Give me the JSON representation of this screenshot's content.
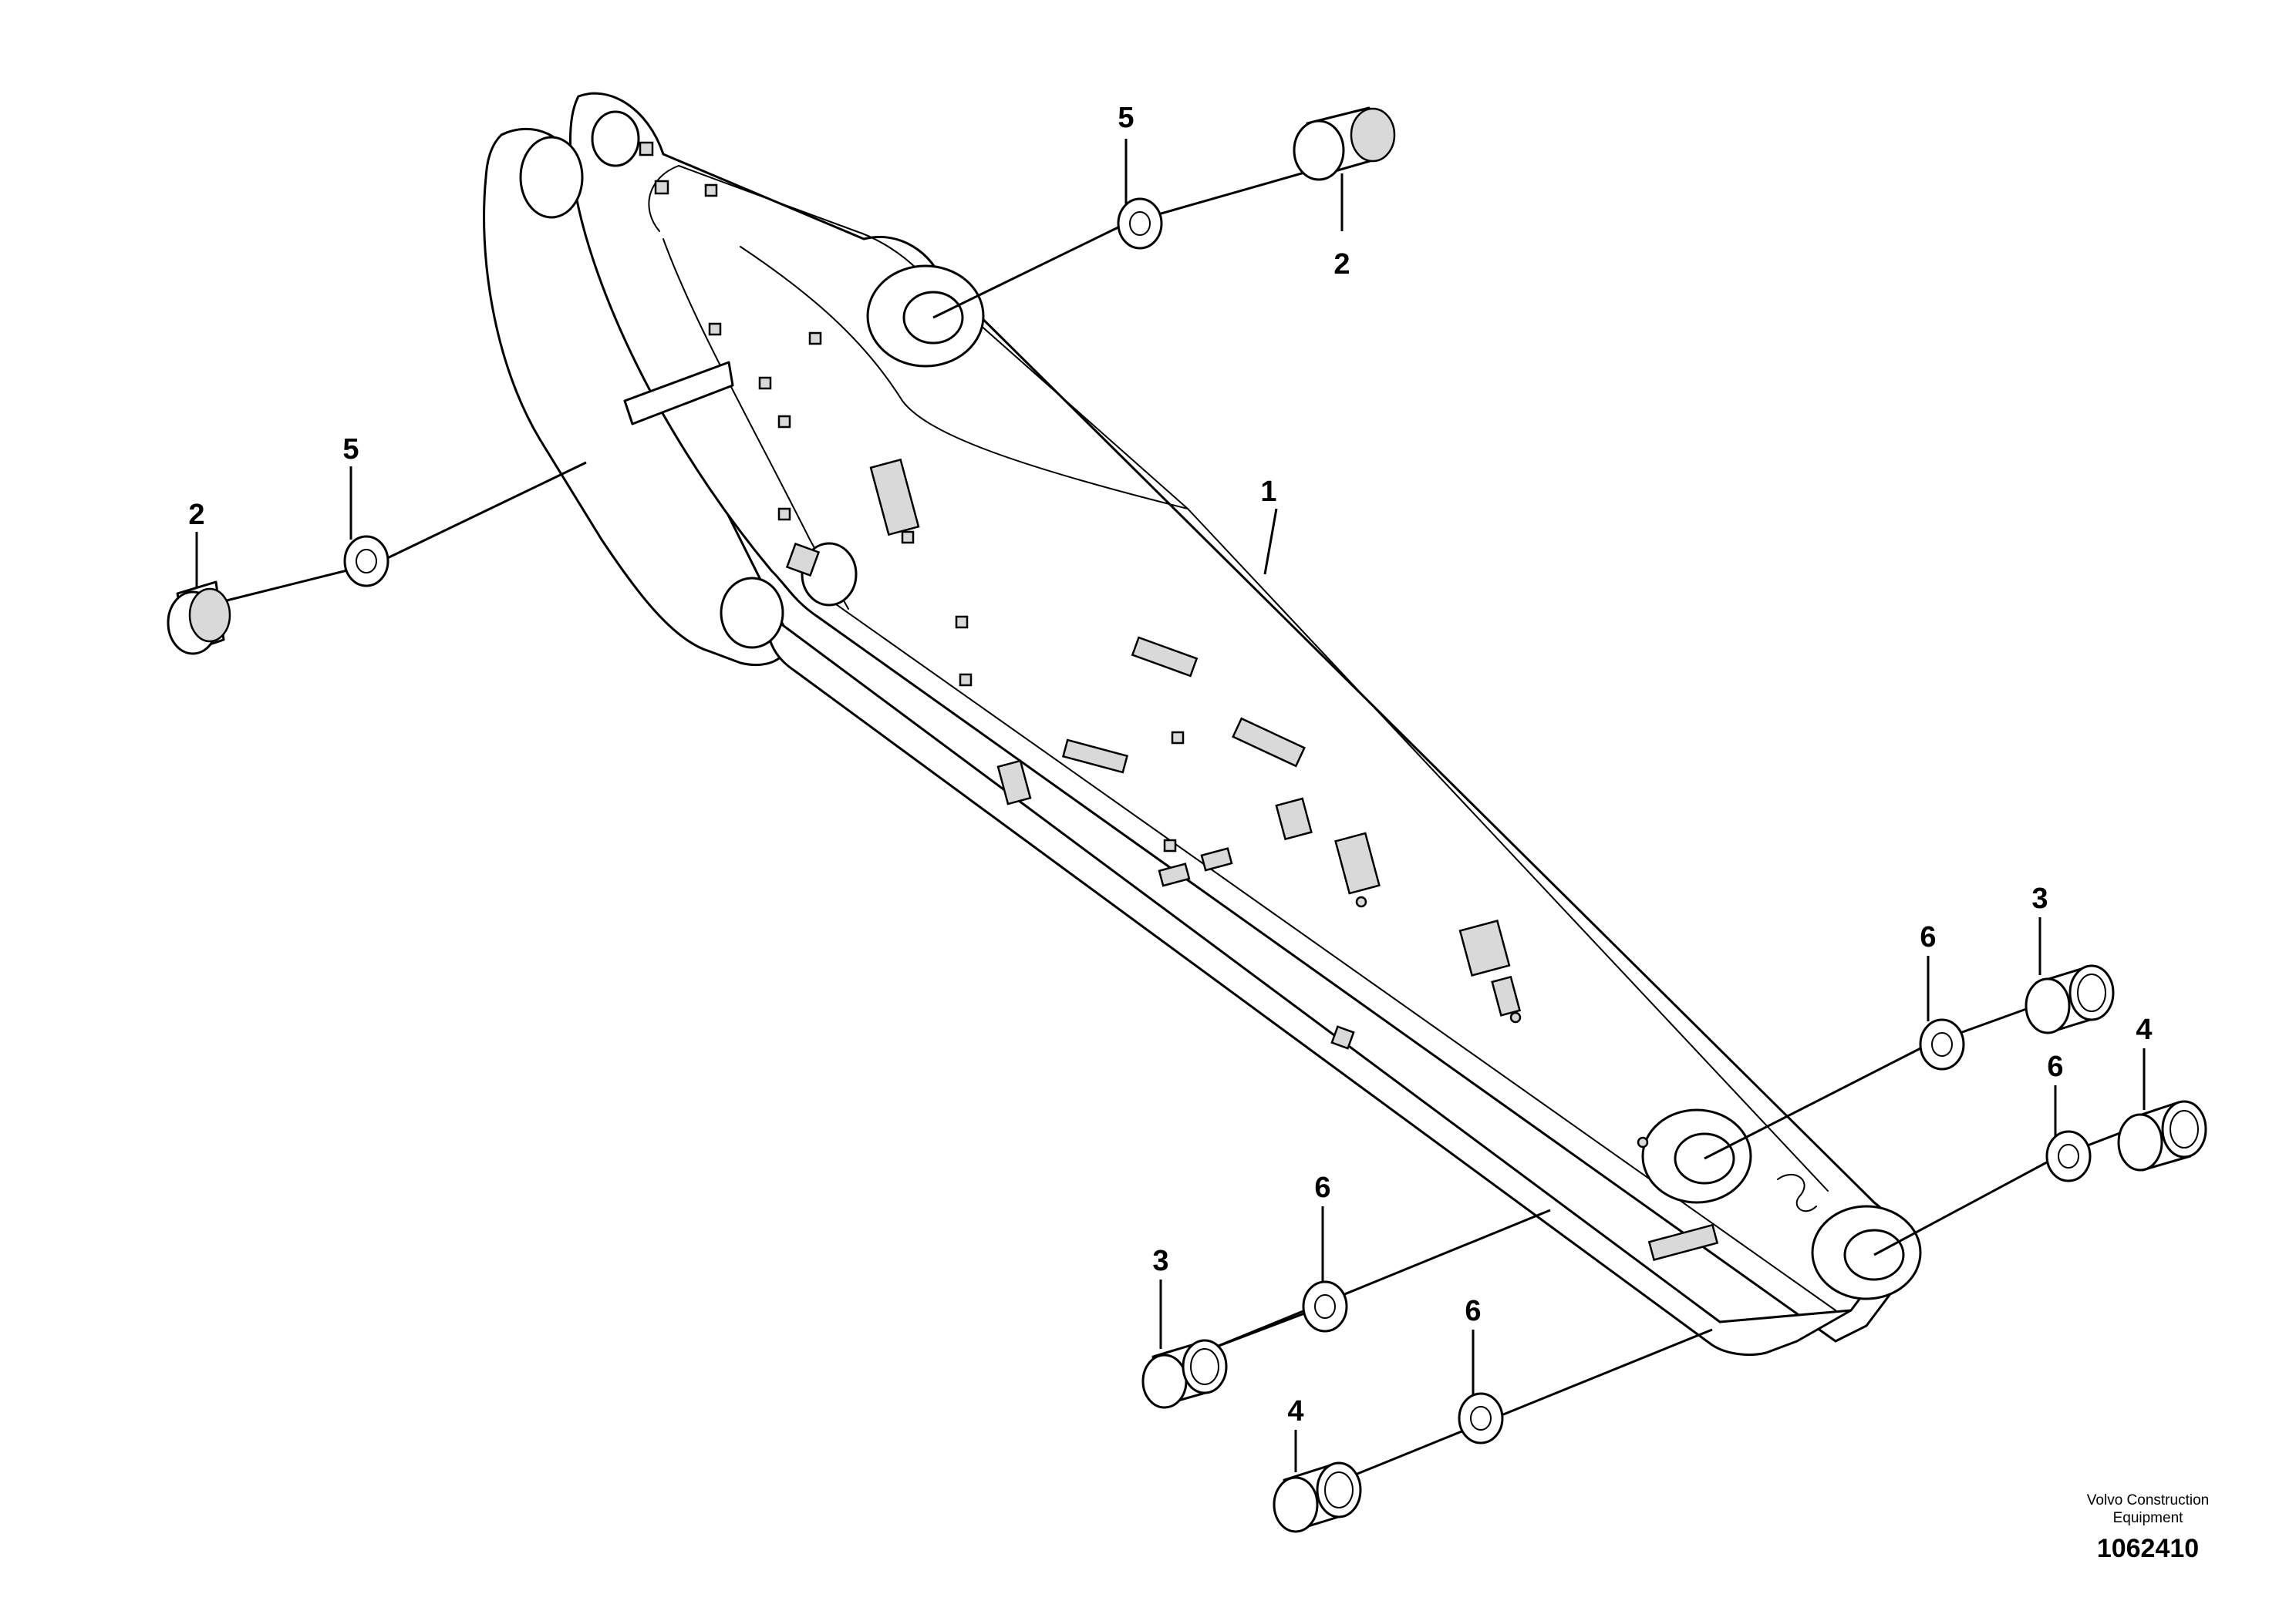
{
  "callouts": {
    "boom": "1",
    "bushing_upper_left": "2",
    "bushing_upper_right": "2",
    "spacer_right_upper": "3",
    "spacer_lower_left": "3",
    "bushing_right_lower": "4",
    "bushing_lower_left": "4",
    "washer_upper_left": "5",
    "washer_upper_right": "5",
    "washer_right_upper": "6",
    "washer_right_lower": "6",
    "washer_lower_mid": "6",
    "washer_lower_low": "6"
  },
  "brand": {
    "line1": "Volvo Construction",
    "line2": "Equipment"
  },
  "drawing_number": "1062410"
}
